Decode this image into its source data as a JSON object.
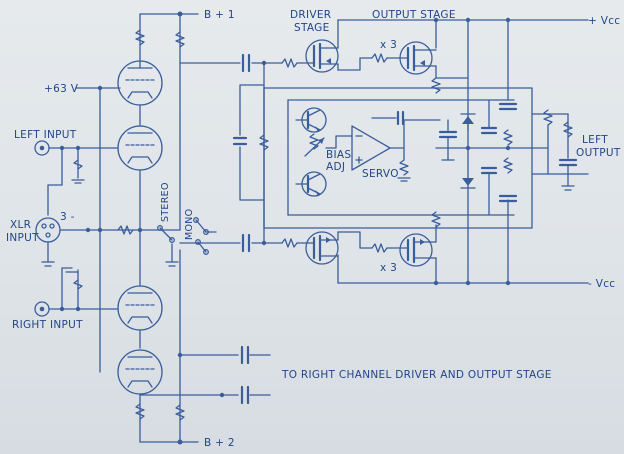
{
  "labels": {
    "b_plus_1": "B + 1",
    "b_plus_2": "B + 2",
    "v63": "+63 V",
    "driver_stage_1": "DRIVER",
    "driver_stage_2": "STAGE",
    "output_stage": "OUTPUT STAGE",
    "vcc_pos": "+ Vcc",
    "vcc_neg": "- Vcc",
    "left_input": "LEFT INPUT",
    "xlr_1": "XLR",
    "xlr_2": "INPUT",
    "right_input": "RIGHT INPUT",
    "x3_top": "x 3",
    "x3_bottom": "x 3",
    "bias_1": "BIAS",
    "bias_2": "ADJ",
    "servo": "SERVO",
    "left_output_1": "LEFT",
    "left_output_2": "OUTPUT",
    "stereo": "STEREO",
    "mono": "MONO",
    "pin3": "3 -",
    "right_channel_note": "TO RIGHT CHANNEL DRIVER AND OUTPUT STAGE"
  },
  "colors": {
    "ink": "#3a5d9c",
    "text": "#23458a",
    "paper": "#e2e7ea"
  }
}
